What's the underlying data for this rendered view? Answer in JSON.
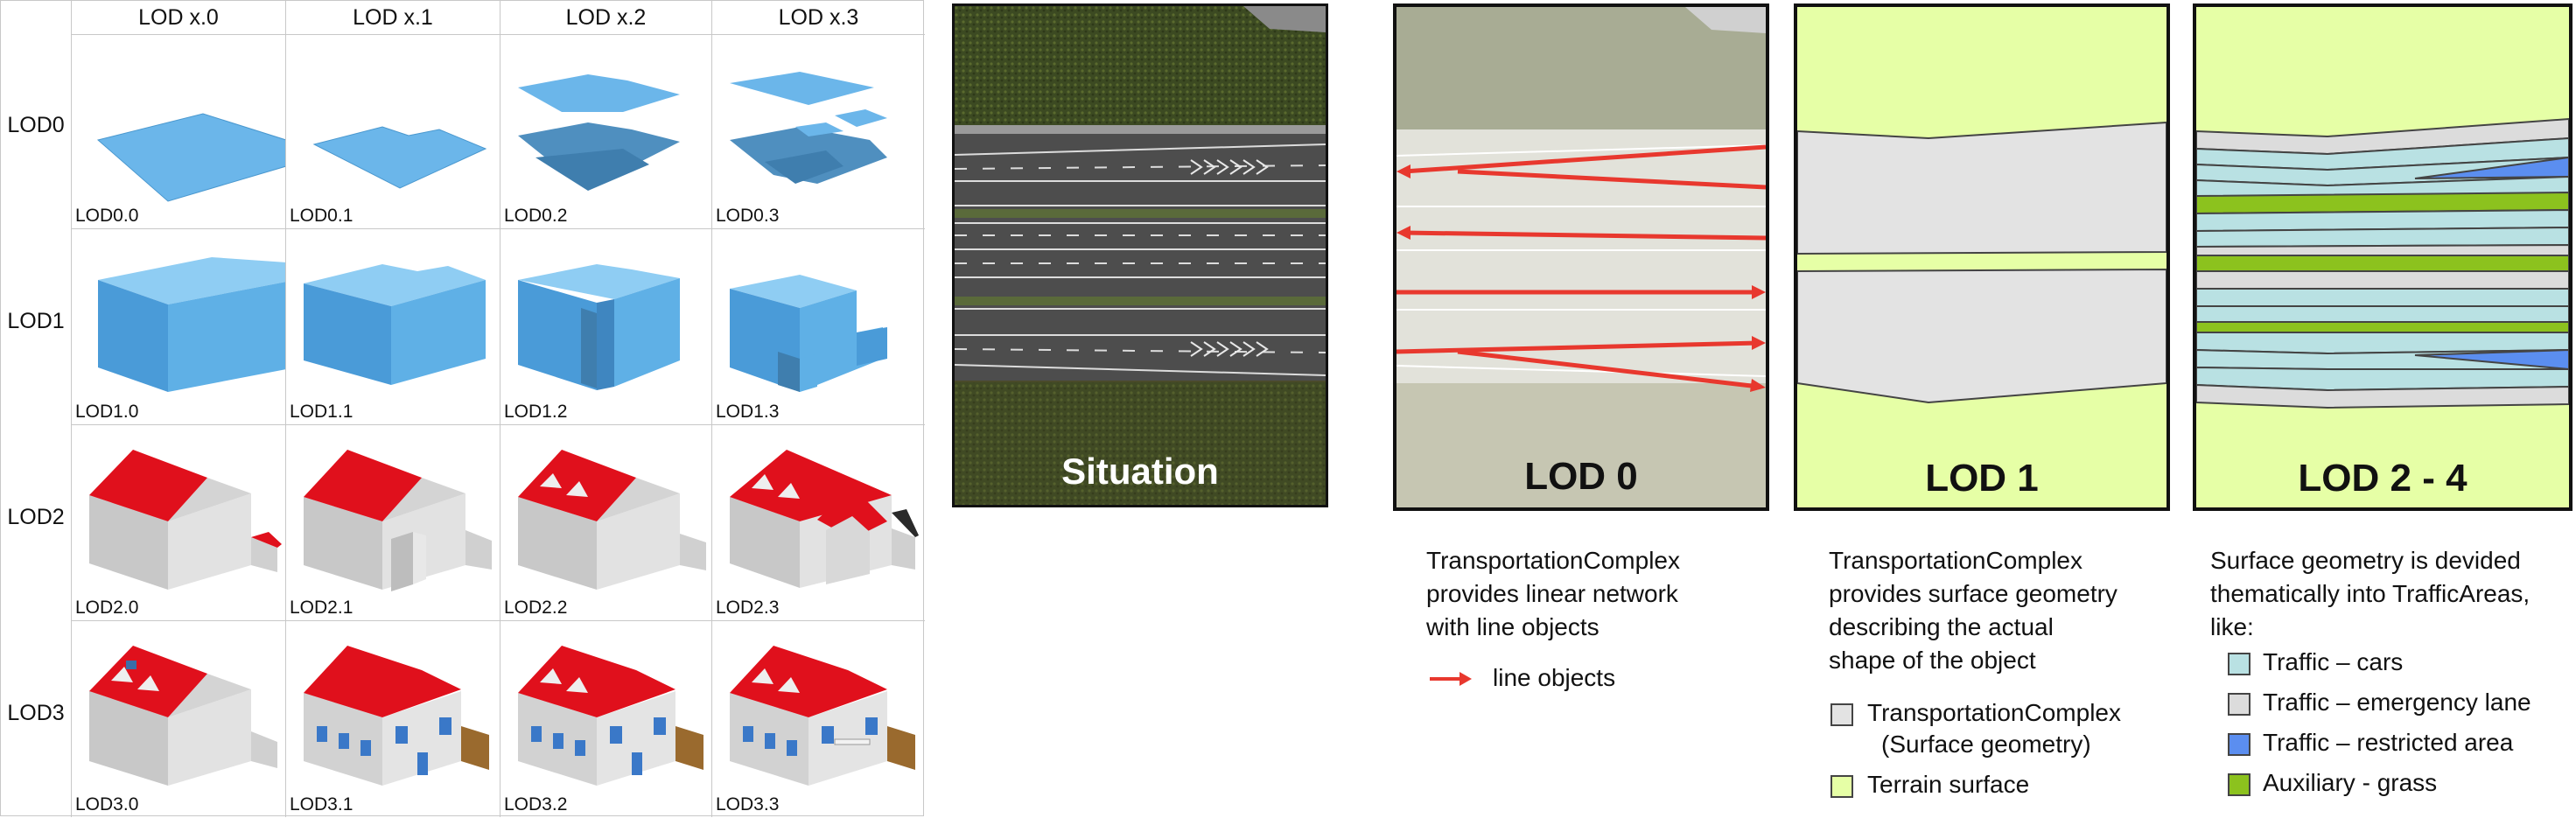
{
  "grid": {
    "columns": [
      "LOD x.0",
      "LOD x.1",
      "LOD x.2",
      "LOD x.3"
    ],
    "rows": [
      {
        "label": "LOD0",
        "captions": [
          "LOD0.0",
          "LOD0.1",
          "LOD0.2",
          "LOD0.3"
        ]
      },
      {
        "label": "LOD1",
        "captions": [
          "LOD1.0",
          "LOD1.1",
          "LOD1.2",
          "LOD1.3"
        ]
      },
      {
        "label": "LOD2",
        "captions": [
          "LOD2.0",
          "LOD2.1",
          "LOD2.2",
          "LOD2.3"
        ]
      },
      {
        "label": "LOD3",
        "captions": [
          "LOD3.0",
          "LOD3.1",
          "LOD3.2",
          "LOD3.3"
        ]
      }
    ]
  },
  "panels": {
    "situation": {
      "title": "Situation"
    },
    "lod0": {
      "title": "LOD 0",
      "description": [
        "TransportationComplex",
        "provides linear network",
        "with line objects"
      ],
      "legend": [
        {
          "label": "line objects",
          "color": "#e8382e"
        }
      ]
    },
    "lod1": {
      "title": "LOD 1",
      "description": [
        "TransportationComplex",
        "provides surface geometry",
        "describing the actual",
        "shape of the object"
      ],
      "legend": [
        {
          "label": "TransportationComplex",
          "label2": "(Surface geometry)",
          "color": "#e3e3e3"
        },
        {
          "label": "Terrain surface",
          "color": "#e6ffa6"
        }
      ]
    },
    "lod24": {
      "title": "LOD 2 - 4",
      "description": [
        "Surface geometry is devided",
        "thematically into TrafficAreas,",
        "like:"
      ],
      "legend": [
        {
          "label": "Traffic – cars",
          "color": "#b9e1e3"
        },
        {
          "label": "Traffic – emergency lane",
          "color": "#dcdcdc"
        },
        {
          "label": "Traffic – restricted area",
          "color": "#5b8ef0"
        },
        {
          "label": "Auxiliary - grass",
          "color": "#8cc21e"
        }
      ]
    }
  },
  "colors": {
    "footprint": "#6bb6ea",
    "roof": "#e0101c",
    "wall": "#d6d6d6",
    "terrain": "#e6ffa6",
    "road_surface": "#e3e3e3"
  }
}
